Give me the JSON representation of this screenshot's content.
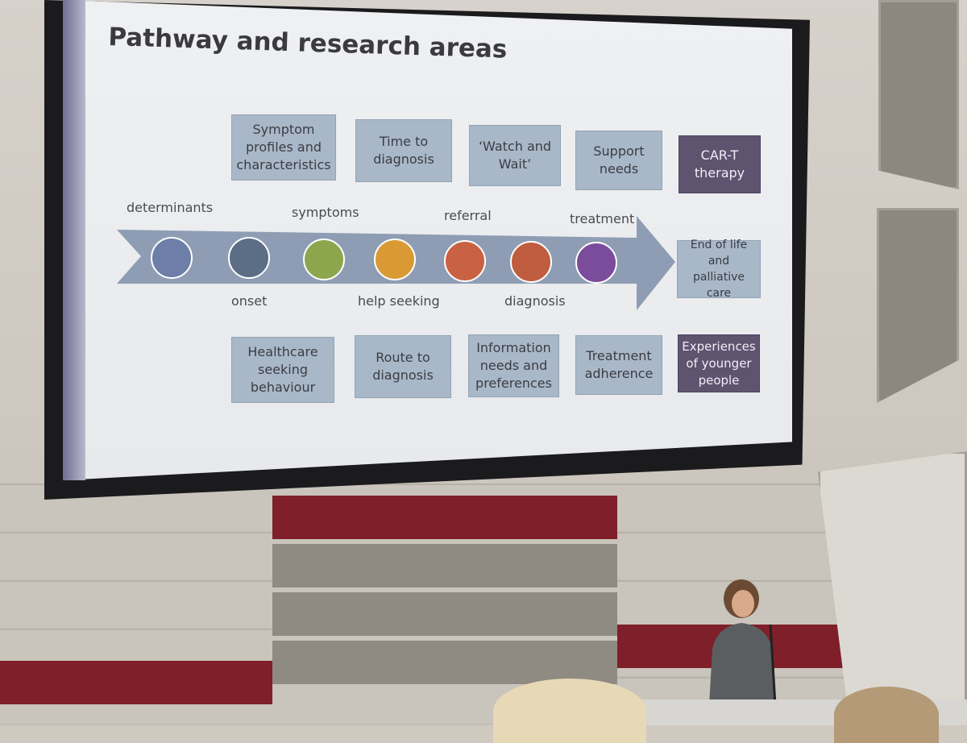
{
  "slide": {
    "title": "Pathway and research areas",
    "top_boxes": [
      "Symptom profiles and characteristics",
      "Time to diagnosis",
      "‘Watch and Wait’",
      "Support needs",
      "CAR-T therapy"
    ],
    "bottom_boxes": [
      "Healthcare seeking behaviour",
      "Route to diagnosis",
      "Information needs and preferences",
      "Treatment adherence",
      "Experiences of younger people"
    ],
    "end_box": "End of life and palliative care",
    "stages_top": [
      "determinants",
      "symptoms",
      "referral",
      "treatment"
    ],
    "stages_bottom": [
      "onset",
      "help seeking",
      "diagnosis"
    ],
    "circle_colors": [
      "#6d7fa8",
      "#5c6d86",
      "#8ca64e",
      "#d99a36",
      "#c96242",
      "#c05c40",
      "#7b4b9c"
    ],
    "box_color": "#a9b8c8",
    "accent_purple": "#5f5370"
  }
}
